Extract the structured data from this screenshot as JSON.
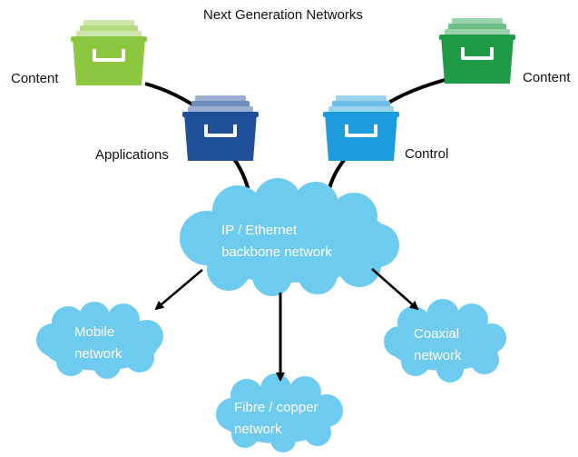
{
  "title": "Next Generation Networks",
  "colors": {
    "content_left": "#8dc63f",
    "content_right": "#1f9a47",
    "applications": "#1f4f99",
    "control": "#1e9bdc",
    "cloud": "#6ccbef",
    "cloud_text": "#ffffff",
    "line": "#000000"
  },
  "nodes": {
    "content_left": {
      "label": "Content",
      "icon": "file-drawer-icon"
    },
    "content_right": {
      "label": "Content",
      "icon": "file-drawer-icon"
    },
    "applications": {
      "label": "Applications",
      "icon": "file-drawer-icon"
    },
    "control": {
      "label": "Control",
      "icon": "file-drawer-icon"
    },
    "backbone": {
      "line1": "IP / Ethernet",
      "line2": "backbone network"
    },
    "mobile": {
      "line1": "Mobile",
      "line2": "network"
    },
    "fibre": {
      "line1": "Fibre / copper",
      "line2": "network"
    },
    "coaxial": {
      "line1": "Coaxial",
      "line2": "network"
    }
  }
}
